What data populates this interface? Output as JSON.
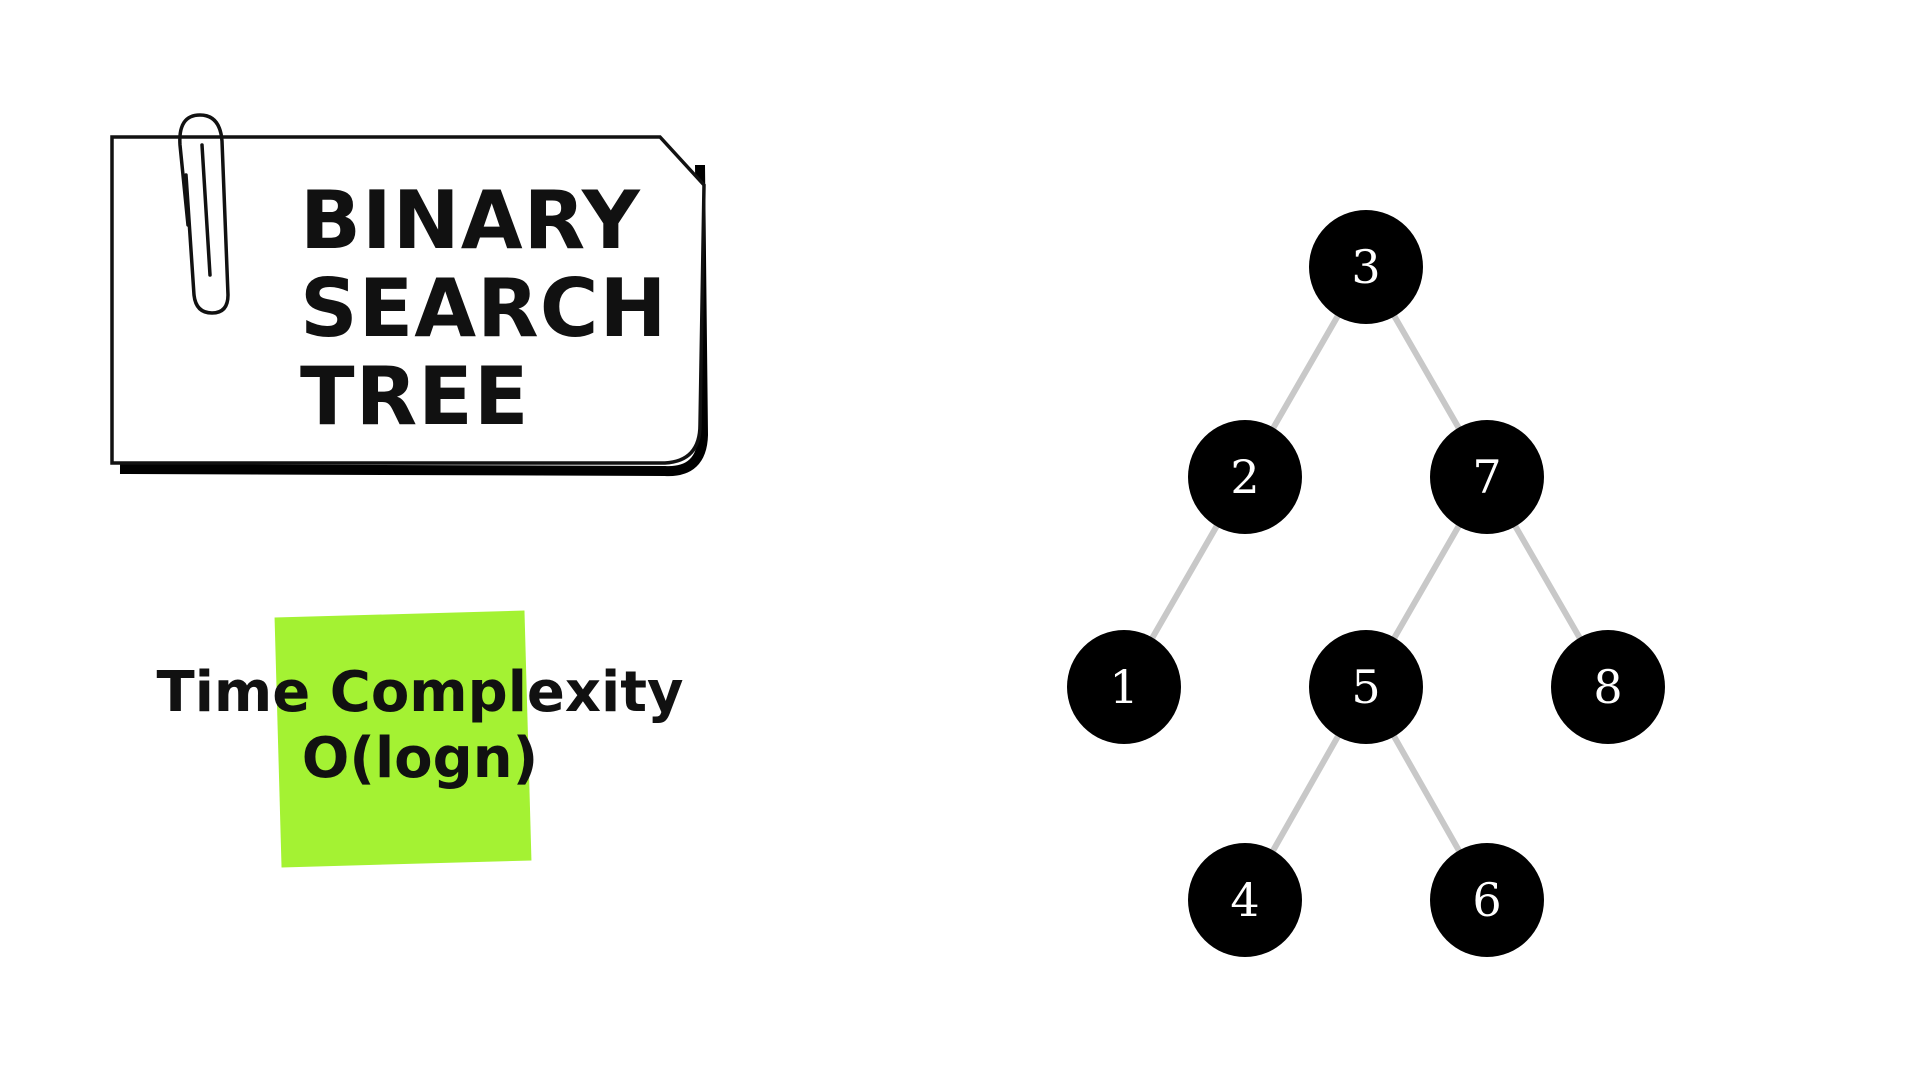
{
  "title_card": {
    "lines": [
      "BINARY",
      "SEARCH",
      "TREE"
    ]
  },
  "complexity_note": {
    "line1": "Time Complexity",
    "line2": "O(logn)",
    "color": "#a4f233"
  },
  "tree": {
    "node_color": "#000000",
    "edge_color": "#c8c8c8",
    "nodes": [
      {
        "id": "n3",
        "label": "3",
        "level": 0
      },
      {
        "id": "n2",
        "label": "2",
        "level": 1
      },
      {
        "id": "n7",
        "label": "7",
        "level": 1
      },
      {
        "id": "n1",
        "label": "1",
        "level": 2
      },
      {
        "id": "n5",
        "label": "5",
        "level": 2
      },
      {
        "id": "n8",
        "label": "8",
        "level": 2
      },
      {
        "id": "n4",
        "label": "4",
        "level": 3
      },
      {
        "id": "n6",
        "label": "6",
        "level": 3
      }
    ],
    "edges": [
      [
        "n3",
        "n2"
      ],
      [
        "n3",
        "n7"
      ],
      [
        "n2",
        "n1"
      ],
      [
        "n7",
        "n5"
      ],
      [
        "n7",
        "n8"
      ],
      [
        "n5",
        "n4"
      ],
      [
        "n5",
        "n6"
      ]
    ]
  }
}
